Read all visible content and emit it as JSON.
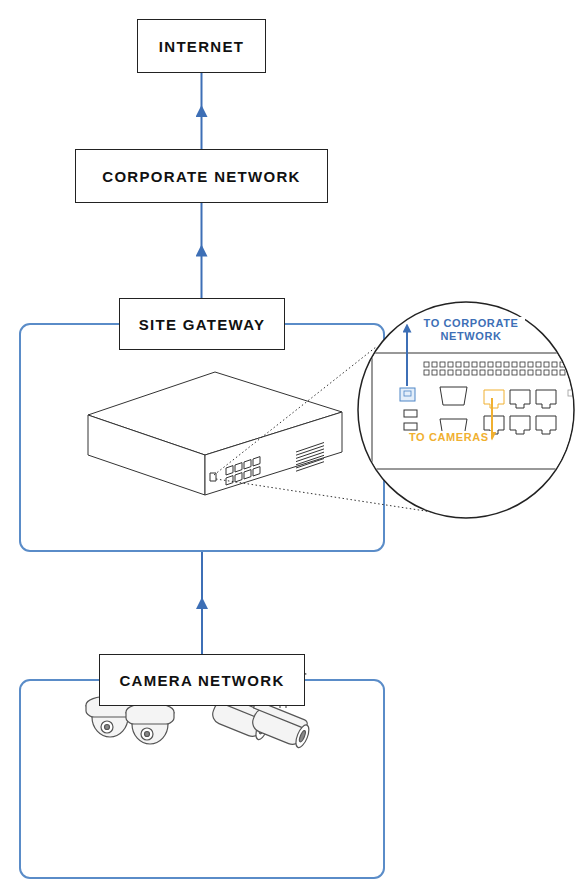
{
  "diagram": {
    "nodes": [
      {
        "text": [
          "INTERNET"
        ]
      },
      {
        "text": [
          "CORPORATE NETWORK"
        ]
      },
      {
        "text": [
          "SITE GATEWAY"
        ]
      },
      {
        "text": [
          "CAMERA NETWORK"
        ]
      }
    ],
    "edges": [
      {
        "from": 1,
        "to": 0,
        "arrow": "to"
      },
      {
        "from": 2,
        "to": 1,
        "arrow": "to"
      },
      {
        "from": 3,
        "to": 2,
        "arrow": "to"
      }
    ],
    "labels": [
      "TO CORPORATE NETWORK",
      "TO CAMERAS"
    ]
  }
}
